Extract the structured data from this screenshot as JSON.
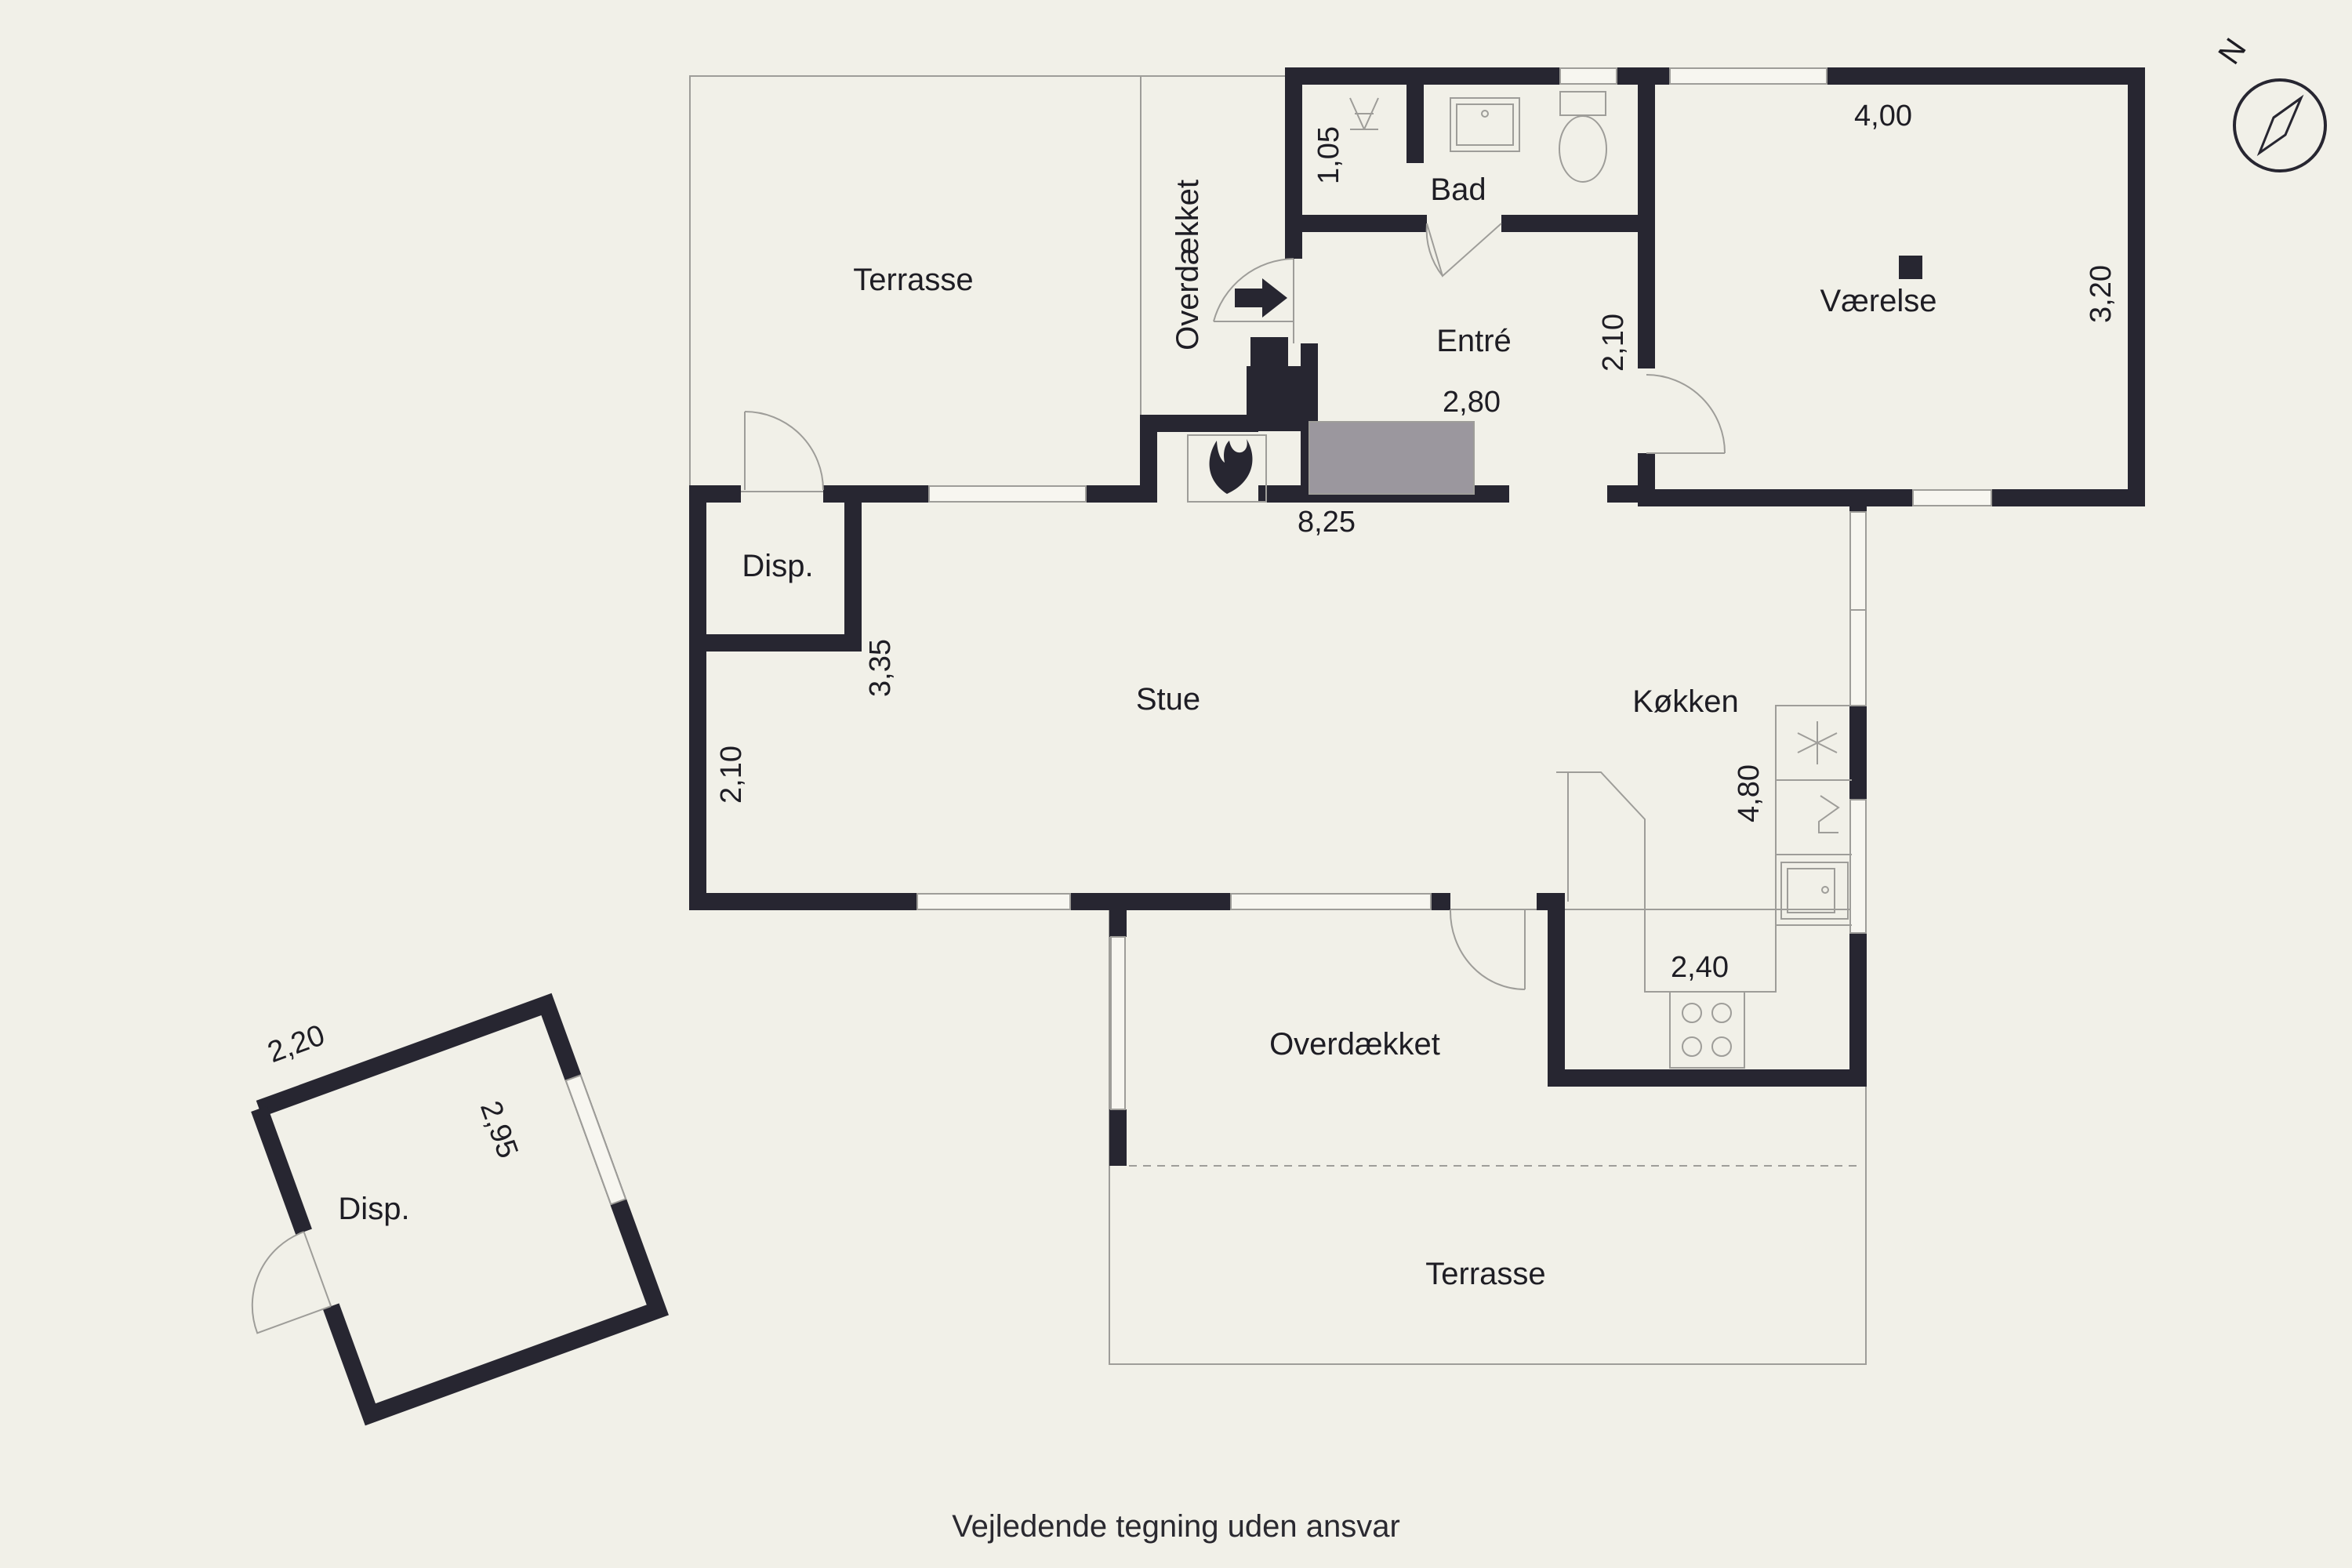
{
  "rooms": {
    "terrasse_nw": "Terrasse",
    "overdaekket_top": "Overdækket",
    "bad": "Bad",
    "entre": "Entré",
    "vaerelse": "Værelse",
    "disp_small": "Disp.",
    "stue": "Stue",
    "kokken": "Køkken",
    "overdaekket_bottom": "Overdækket",
    "terrasse_s": "Terrasse",
    "disp_shed": "Disp."
  },
  "dimensions": {
    "bad_height": "1,05",
    "vaerelse_width": "4,00",
    "vaerelse_height": "3,20",
    "entre_height": "2,10",
    "entre_width": "2,80",
    "total_width": "8,25",
    "stue_height": "3,35",
    "stue_lower": "2,10",
    "kokken_height": "4,80",
    "kokken_width": "2,40",
    "shed_width": "2,20",
    "shed_depth": "2,95"
  },
  "caption": "Vejledende tegning uden ansvar",
  "compass": {
    "label": "N"
  },
  "colors": {
    "wall": "#272631",
    "background": "#f1f0e8",
    "hearth": "#9b979e"
  }
}
